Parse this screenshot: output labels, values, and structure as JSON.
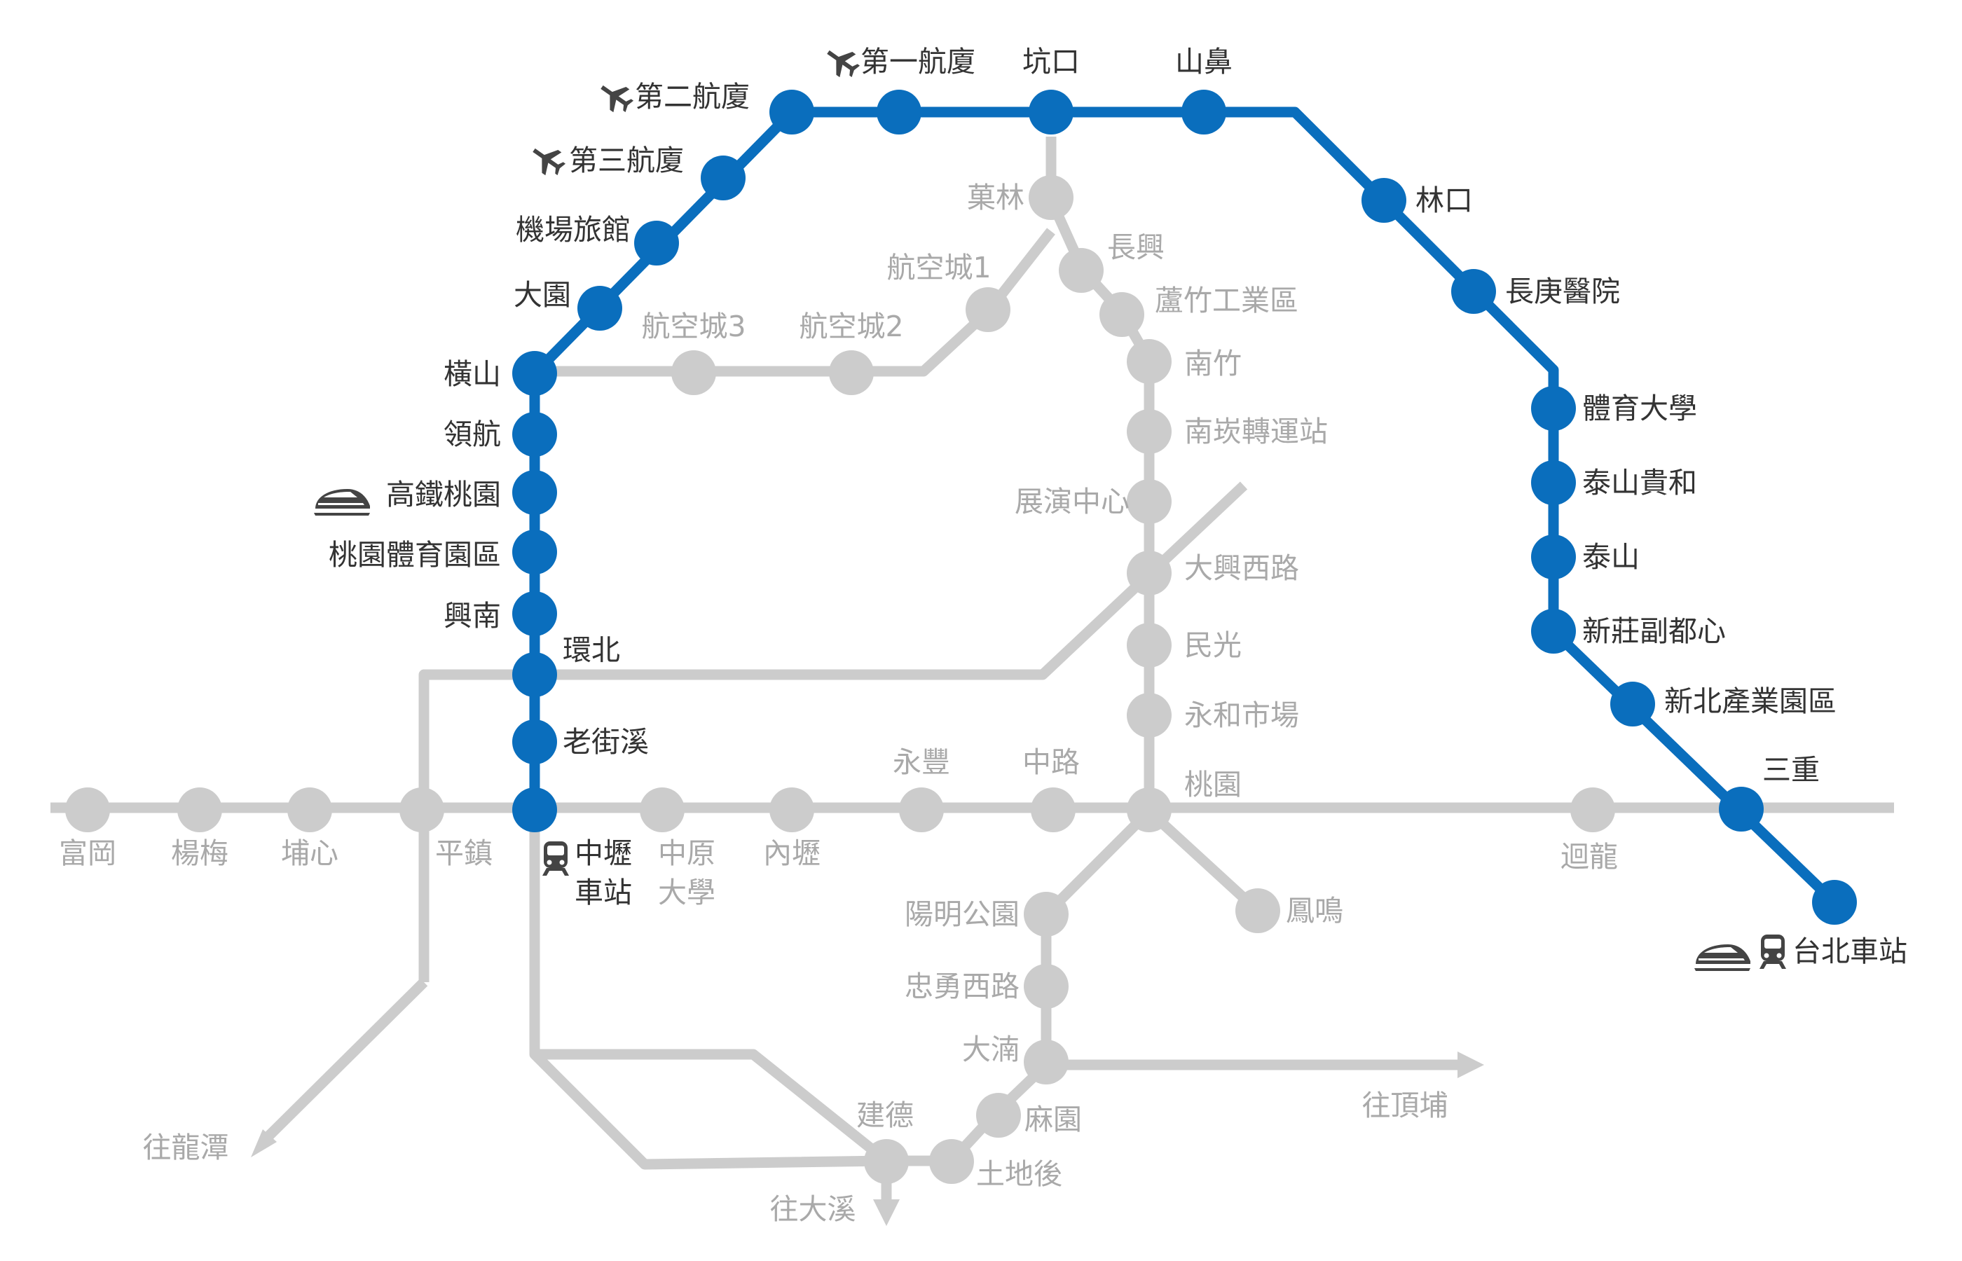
{
  "colors": {
    "main_line": "#0a6ebd",
    "other_lines": "#cccccc",
    "main_text": "#333333",
    "other_text": "#a9a9a9"
  },
  "main_stations": {
    "t1": "第一航廈",
    "t2": "第二航廈",
    "t3": "第三航廈",
    "hotel": "機場旅館",
    "dayuan": "大園",
    "hengshan": "橫山",
    "linghang": "領航",
    "hsr": "高鐵桃園",
    "sports_park": "桃園體育園區",
    "xingnan": "興南",
    "huanbei": "環北",
    "laojie": "老街溪",
    "zhongli_1": "中壢",
    "zhongli_2": "車站",
    "kengkou": "坑口",
    "shanbi": "山鼻",
    "linkou": "林口",
    "changgung": "長庚醫院",
    "sport_univ": "體育大學",
    "taishan_guihe": "泰山貴和",
    "taishan": "泰山",
    "xinzhuang": "新莊副都心",
    "industrial": "新北產業園區",
    "sanchong": "三重",
    "taipei": "台北車站"
  },
  "gray_stations": {
    "guolin": "菓林",
    "changxing": "長興",
    "luzhu": "蘆竹工業區",
    "nanzhu": "南竹",
    "nankan": "南崁轉運站",
    "expo": "展演中心",
    "daxing": "大興西路",
    "minguang": "民光",
    "yonghe": "永和市場",
    "taoyuan": "桃園",
    "aero1": "航空城1",
    "aero3": "航空城3",
    "aero2": "航空城2",
    "fugang": "富岡",
    "yangmei": "楊梅",
    "puxin": "埔心",
    "pingzhen": "平鎮",
    "cyu_1": "中原",
    "cyu_2": "大學",
    "neili": "內壢",
    "yongfeng": "永豐",
    "zhonglu": "中路",
    "huilong": "迴龍",
    "fengming": "鳳鳴",
    "yangming": "陽明公園",
    "zhongyong": "忠勇西路",
    "danan": "大湳",
    "jiande": "建德",
    "mayuan": "麻園",
    "tudihou": "土地後"
  },
  "directions": {
    "longtan": "往龍潭",
    "dingpu": "往頂埔",
    "daxi": "往大溪"
  },
  "icons": {
    "plane": "airplane-icon",
    "hsr": "high-speed-rail-icon",
    "train": "train-icon"
  }
}
